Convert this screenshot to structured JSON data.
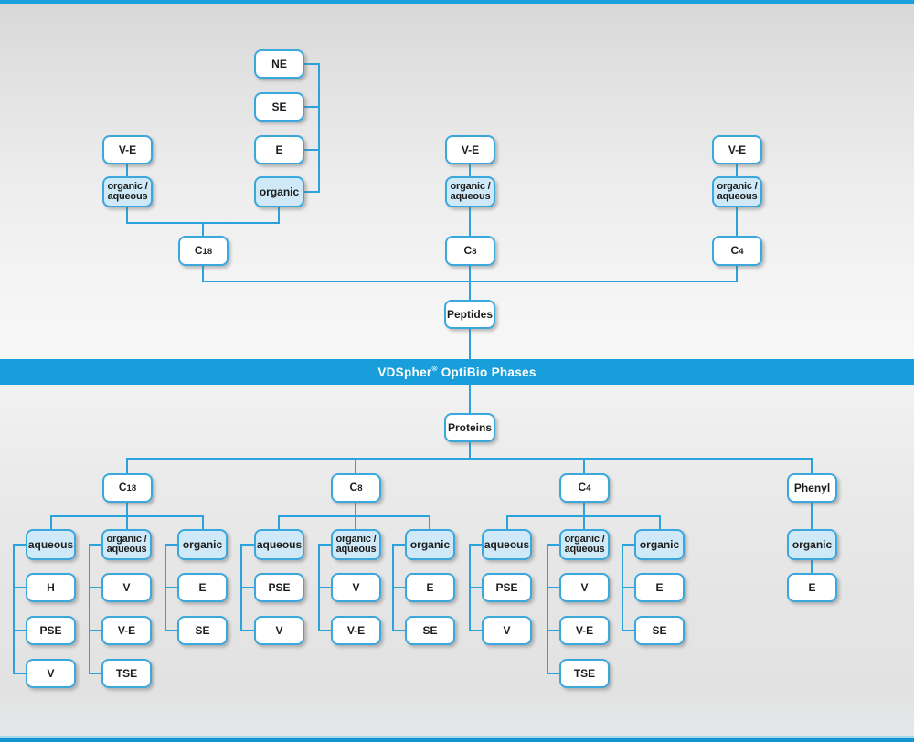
{
  "banner": {
    "brand": "VDSpher",
    "registered": "®",
    "suffix": " OptiBio Phases"
  },
  "peptides_section": {
    "root": "Peptides",
    "c18": {
      "name": "C",
      "num": "18",
      "eluents": {
        "ve": "V-E",
        "organic_aqueous": "organic /\naqueous",
        "organic": "organic"
      },
      "organic_phases": [
        "NE",
        "SE",
        "E"
      ]
    },
    "c8": {
      "name": "C",
      "num": "8",
      "eluents": {
        "ve": "V-E",
        "organic_aqueous": "organic /\naqueous"
      }
    },
    "c4": {
      "name": "C",
      "num": "4",
      "eluents": {
        "ve": "V-E",
        "organic_aqueous": "organic /\naqueous"
      }
    }
  },
  "proteins_section": {
    "root": "Proteins",
    "c18": {
      "name": "C",
      "num": "18",
      "aqueous": {
        "label": "aqueous",
        "phases": [
          "H",
          "PSE",
          "V"
        ]
      },
      "organic_aqueous": {
        "label": "organic /\naqueous",
        "phases": [
          "V",
          "V-E",
          "TSE"
        ]
      },
      "organic": {
        "label": "organic",
        "phases": [
          "E",
          "SE"
        ]
      }
    },
    "c8": {
      "name": "C",
      "num": "8",
      "aqueous": {
        "label": "aqueous",
        "phases": [
          "PSE",
          "V"
        ]
      },
      "organic_aqueous": {
        "label": "organic /\naqueous",
        "phases": [
          "V",
          "V-E"
        ]
      },
      "organic": {
        "label": "organic",
        "phases": [
          "E",
          "SE"
        ]
      }
    },
    "c4": {
      "name": "C",
      "num": "4",
      "aqueous": {
        "label": "aqueous",
        "phases": [
          "PSE",
          "V"
        ]
      },
      "organic_aqueous": {
        "label": "organic /\naqueous",
        "phases": [
          "V",
          "V-E",
          "TSE"
        ]
      },
      "organic": {
        "label": "organic",
        "phases": [
          "E",
          "SE"
        ]
      }
    },
    "phenyl": {
      "name": "Phenyl",
      "organic": {
        "label": "organic",
        "phases": [
          "E"
        ]
      }
    }
  },
  "colors": {
    "banner_blue": "#189fdb",
    "line_blue": "#2aa3dc",
    "box_border_blue": "#3ba8dd",
    "highlight_fill": "#cfe9f8",
    "box_fill": "#ffffff",
    "text": "#1d1d1b"
  }
}
